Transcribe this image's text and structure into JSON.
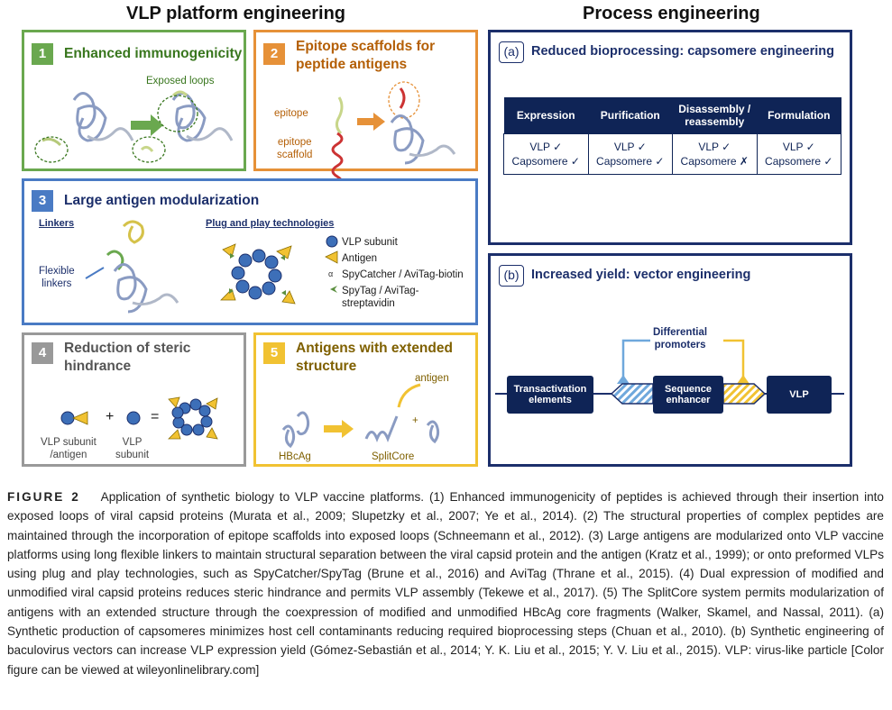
{
  "headings": {
    "left": "VLP platform engineering",
    "right": "Process engineering"
  },
  "panels": {
    "p1": {
      "num": "1",
      "title": "Enhanced immunogenicity",
      "exposed_loops": "Exposed loops",
      "color": "#6aa84f"
    },
    "p2": {
      "num": "2",
      "title": "Epitope scaffolds for peptide antigens",
      "epitope": "epitope",
      "epitope_scaffold_1": "epitope",
      "epitope_scaffold_2": "scaffold",
      "color": "#e69138"
    },
    "p3": {
      "num": "3",
      "title": "Large antigen modularization",
      "linkers": "Linkers",
      "plug_play": "Plug and play technologies",
      "flexible_1": "Flexible",
      "flexible_2": "linkers",
      "legend": [
        "VLP subunit",
        "Antigen",
        "SpyCatcher / AviTag-biotin",
        "SpyTag / AviTag-",
        "streptavidin"
      ],
      "color": "#4a7bc4"
    },
    "p4": {
      "num": "4",
      "title": "Reduction of steric hindrance",
      "plus": "+",
      "equals": "=",
      "sub_antigen_1": "VLP subunit",
      "sub_antigen_2": "/antigen",
      "subunit_1": "VLP",
      "subunit_2": "subunit",
      "color": "#999999"
    },
    "p5": {
      "num": "5",
      "title": "Antigens with extended structure",
      "antigen": "antigen",
      "plus": "+",
      "hbcag": "HBcAg",
      "splitcore": "SplitCore",
      "color": "#f1c232"
    }
  },
  "process": {
    "a": {
      "tag": "(a)",
      "title": "Reduced bioprocessing: capsomere engineering",
      "columns": [
        "Expression",
        "Purification",
        "Disassembly / reassembly",
        "Formulation"
      ],
      "vlp_row": [
        "VLP ✓",
        "VLP ✓",
        "VLP ✓",
        "VLP ✓"
      ],
      "capsomere_row": [
        "Capsomere ✓",
        "Capsomere ✓",
        "Capsomere ✗",
        "Capsomere ✓"
      ]
    },
    "b": {
      "tag": "(b)",
      "title": "Increased yield: vector engineering",
      "differential_1": "Differential",
      "differential_2": "promoters",
      "transactivation": "Transactivation elements",
      "sequence_enhancer": "Sequence enhancer",
      "vlp": "VLP"
    },
    "color": "#1c2f6b"
  },
  "caption": {
    "label": "FIGURE 2",
    "text": "Application of synthetic biology to VLP vaccine platforms. (1) Enhanced immunogenicity of peptides is achieved through their insertion into exposed loops of viral capsid proteins (Murata et al., 2009; Slupetzky et al., 2007; Ye et al., 2014). (2) The structural properties of complex peptides are maintained through the incorporation of epitope scaffolds into exposed loops (Schneemann et al., 2012). (3) Large antigens are modularized onto VLP vaccine platforms using long flexible linkers to maintain structural separation between the viral capsid protein and the antigen (Kratz et al., 1999); or onto preformed VLPs using plug and play technologies, such as SpyCatcher/SpyTag (Brune et al., 2016) and AviTag (Thrane et al., 2015). (4) Dual expression of modified and unmodified viral capsid proteins reduces steric hindrance and permits VLP assembly (Tekewe et al., 2017). (5) The SplitCore system permits modularization of antigens with an extended structure through the coexpression of modified and unmodified HBcAg core fragments (Walker, Skamel, and Nassal, 2011). (a) Synthetic production of capsomeres minimizes host cell contaminants reducing required bioprocessing steps (Chuan et al., 2010). (b) Synthetic engineering of baculovirus vectors can increase VLP expression yield (Gómez-Sebastián et al., 2014; Y. K. Liu et al., 2015; Y. V. Liu et al., 2015). VLP: virus-like particle [Color figure can be viewed at wileyonlinelibrary.com]"
  }
}
